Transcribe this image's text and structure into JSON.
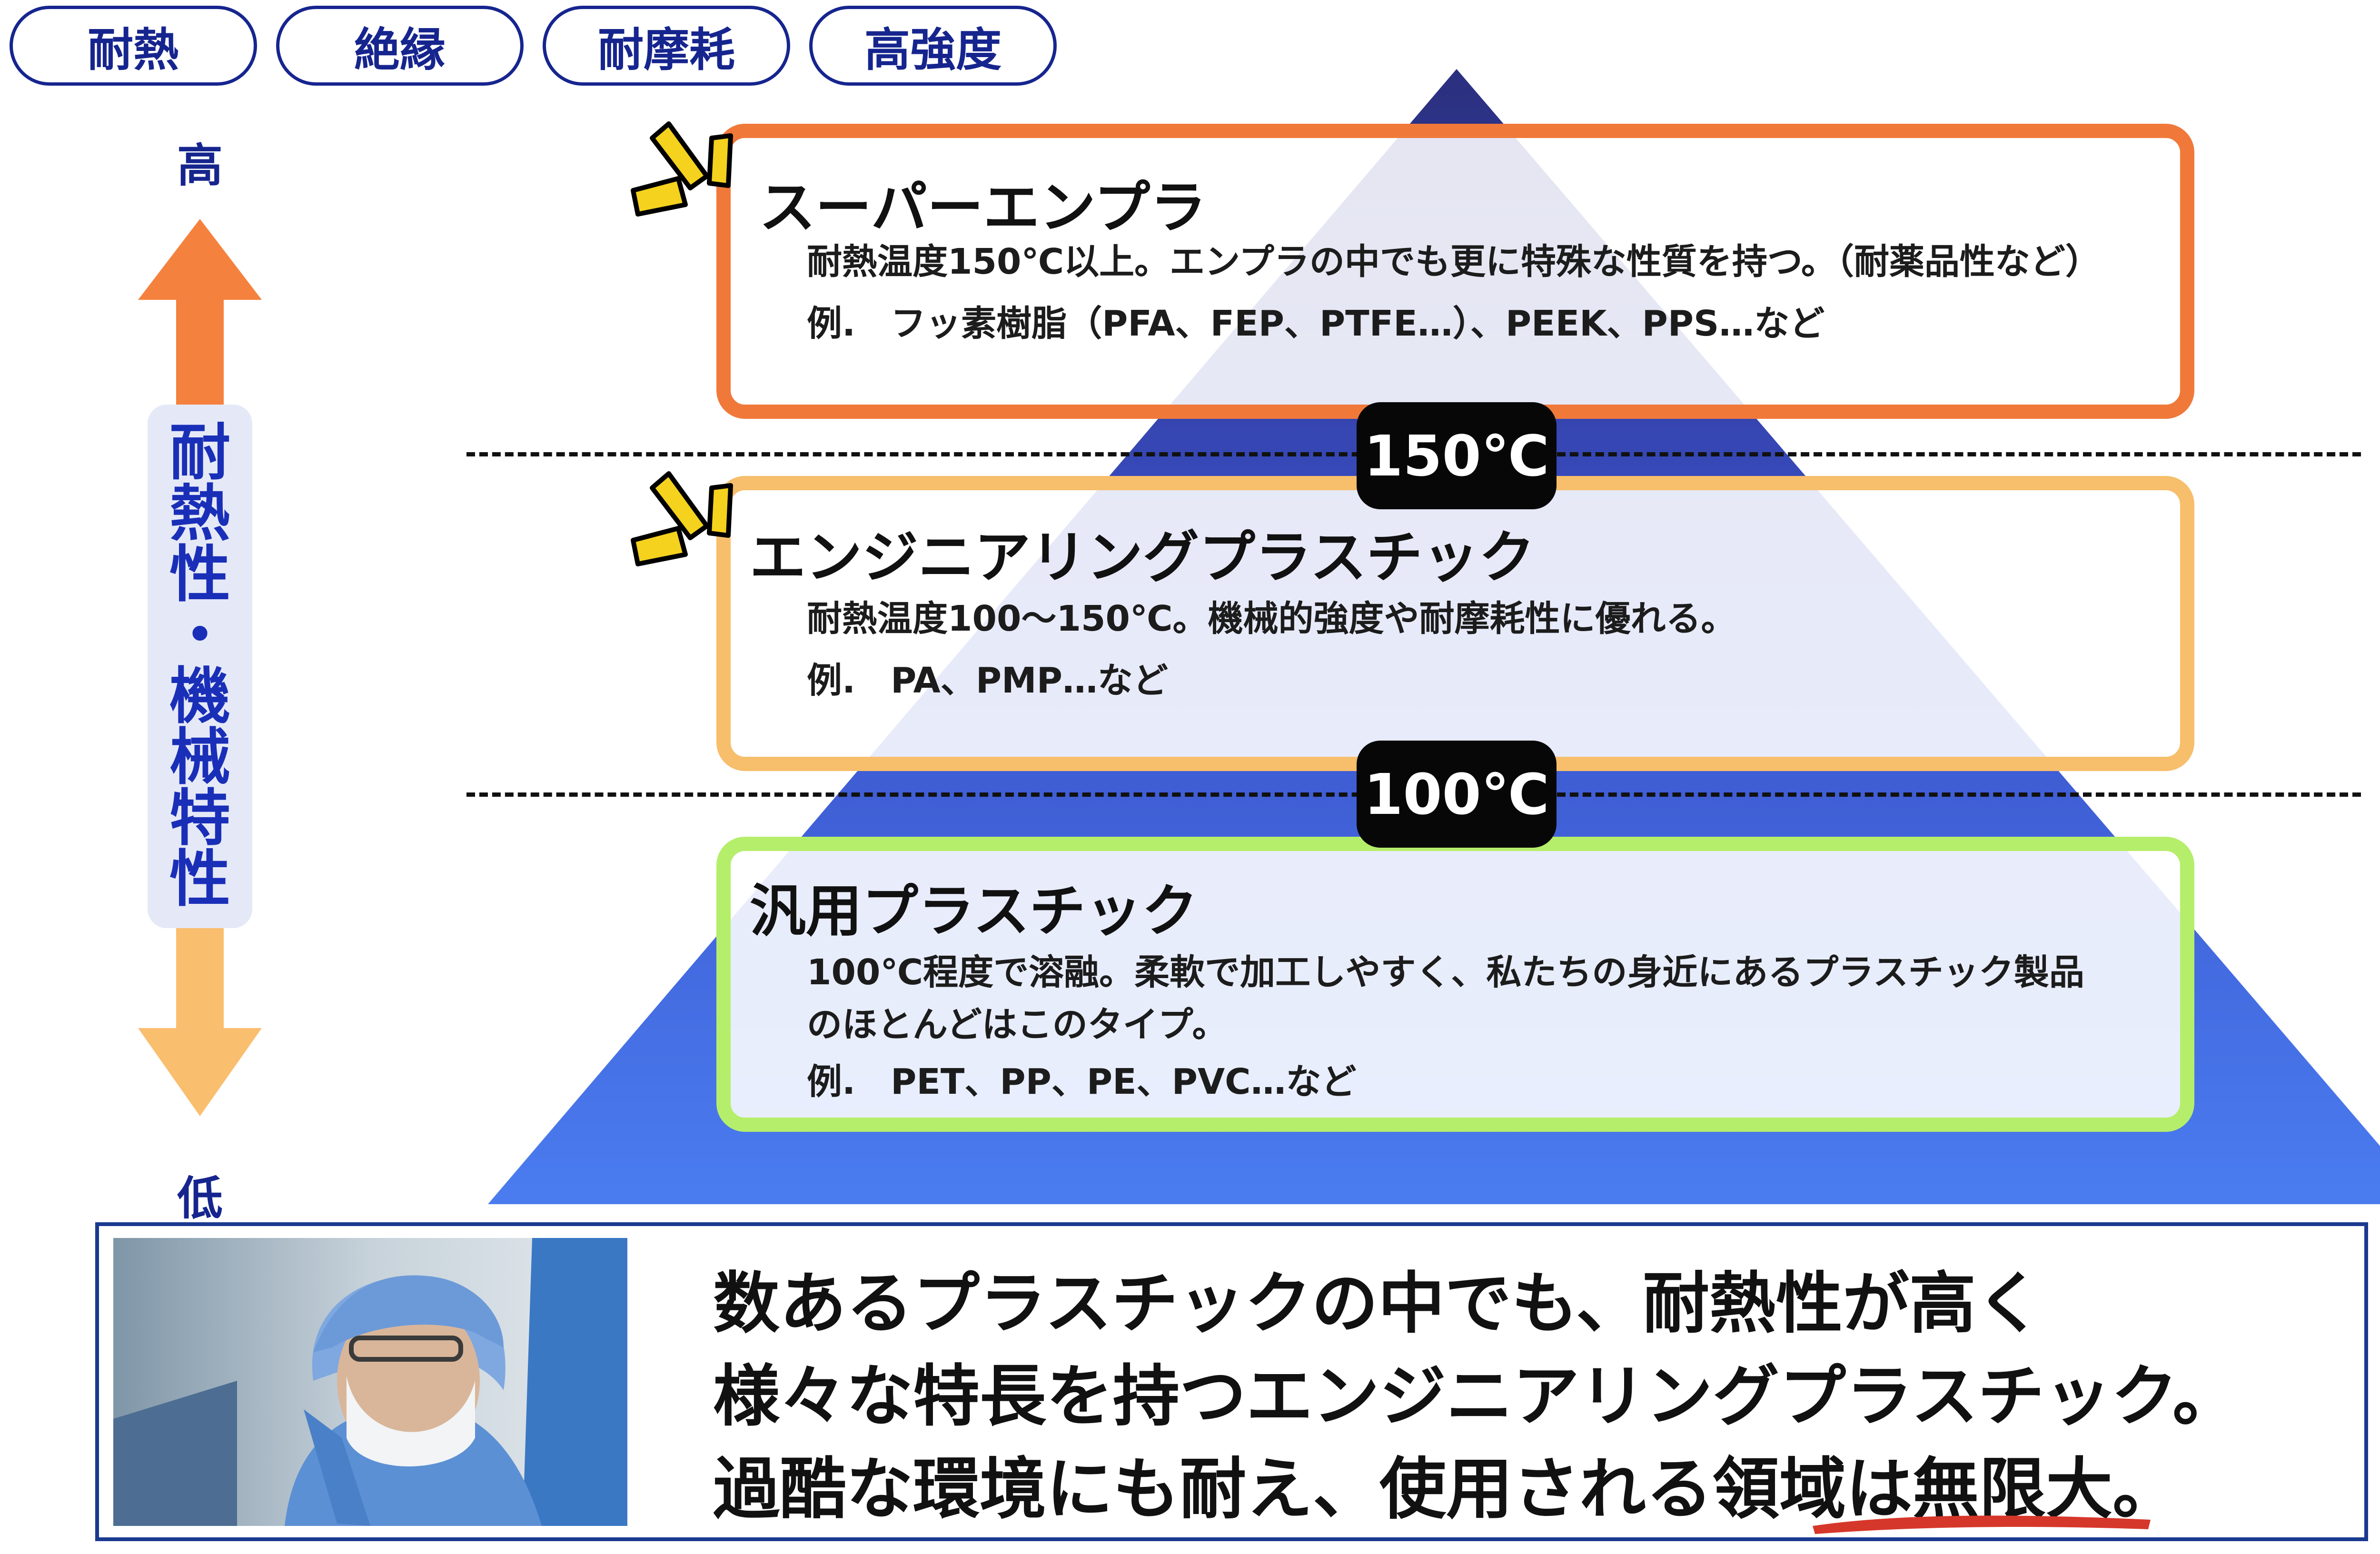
{
  "tags": [
    "耐熱",
    "絶縁",
    "耐摩耗",
    "高強度"
  ],
  "axis": {
    "high": "高",
    "low": "低",
    "label_lines": [
      "耐",
      "熱",
      "性",
      "・",
      "機",
      "械",
      "特",
      "性"
    ]
  },
  "tiers": [
    {
      "title": "スーパーエンプラ",
      "desc1": "耐熱温度150℃以上。エンプラの中でも更に特殊な性質を持つ。（耐薬品性など）",
      "desc2": "例.　フッ素樹脂（PFA、FEP、PTFE…）、PEEK、PPS…など",
      "border_color": "#f0793a"
    },
    {
      "title": "エンジニアリングプラスチック",
      "desc1": "耐熱温度100～150℃。機械的強度や耐摩耗性に優れる。",
      "desc2": "例.　PA、PMP…など",
      "border_color": "#f7be6b"
    },
    {
      "title": "汎用プラスチック",
      "desc1": "100℃程度で溶融。柔軟で加工しやすく、私たちの身近にあるプラスチック製品",
      "desc1b": "のほとんどはこのタイプ。",
      "desc2": "例.　PET、PP、PE、PVC…など",
      "border_color": "#b5ee6a"
    }
  ],
  "thresholds": [
    "150℃",
    "100℃"
  ],
  "tagline": {
    "line1": "数あるプラスチックの中でも、耐熱性が高く",
    "line2": "様々な特長を持つエンジニアリングプラスチック。",
    "line3": "過酷な環境にも耐え、使用される領域は無限大。"
  },
  "colors": {
    "navy": "#16258e",
    "axis_text": "#1a2fb8",
    "pyramid_top": "#2b2f7e",
    "pyramid_bottom": "#4a7cf0",
    "arrow_up": "#f5813e",
    "arrow_down": "#f9be6e",
    "underline": "#d6372b"
  }
}
